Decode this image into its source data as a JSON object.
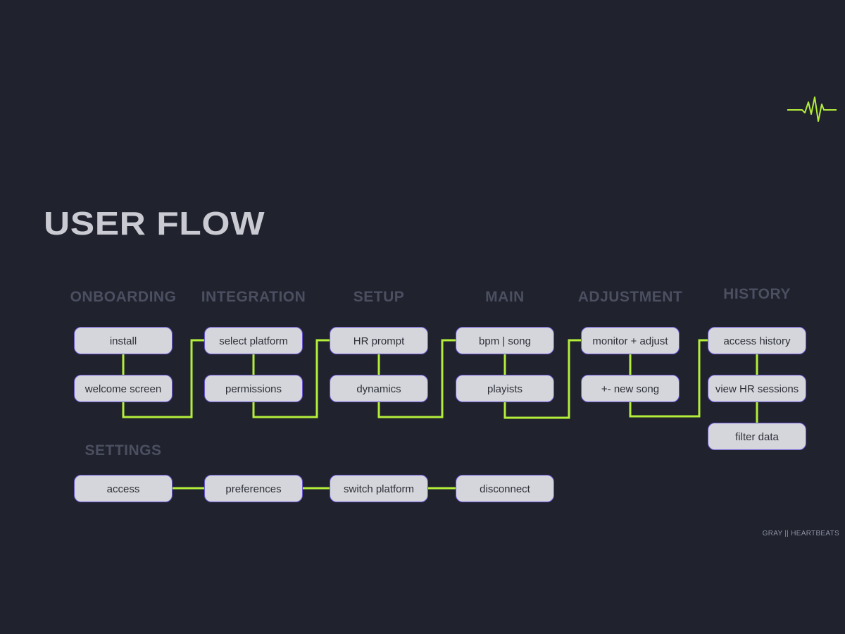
{
  "page": {
    "title": "USER FLOW",
    "credit": "GRAY || HEARTBEATS"
  },
  "colors": {
    "background": "#20222e",
    "panel_fill": "#d5d6db",
    "panel_border": "#6b57d6",
    "connector": "#b3ee3b",
    "heading": "#4b4f60",
    "title": "#c9cad2",
    "node_text": "#2e3039",
    "credit_text": "#8d92a4"
  },
  "icons": {
    "heartbeat": "ekg-pulse-icon"
  },
  "flow": {
    "columns": [
      {
        "label": "ONBOARDING",
        "nodes": [
          "install",
          "welcome screen"
        ]
      },
      {
        "label": "INTEGRATION",
        "nodes": [
          "select platform",
          "permissions"
        ]
      },
      {
        "label": "SETUP",
        "nodes": [
          "HR prompt",
          "dynamics"
        ]
      },
      {
        "label": "MAIN",
        "nodes": [
          "bpm | song",
          "playists"
        ]
      },
      {
        "label": "ADJUSTMENT",
        "nodes": [
          "monitor + adjust",
          "+- new song"
        ]
      },
      {
        "label": "HISTORY",
        "nodes": [
          "access history",
          "view HR sessions",
          "filter data"
        ]
      }
    ],
    "settings": {
      "label": "SETTINGS",
      "nodes": [
        "access",
        "preferences",
        "switch platform",
        "disconnect"
      ]
    }
  }
}
